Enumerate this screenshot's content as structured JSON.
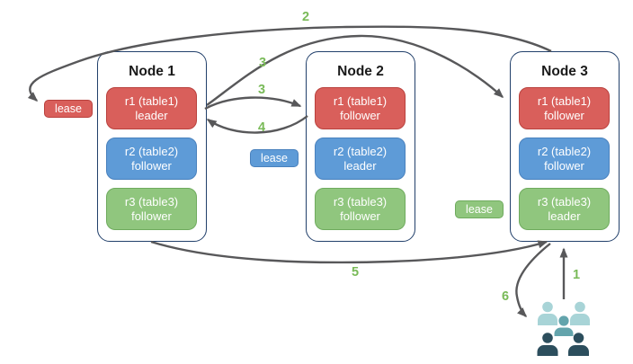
{
  "nodes": [
    {
      "title": "Node 1",
      "replicas": [
        {
          "line1": "r1 (table1)",
          "line2": "leader",
          "color": "red"
        },
        {
          "line1": "r2 (table2)",
          "line2": "follower",
          "color": "blue"
        },
        {
          "line1": "r3 (table3)",
          "line2": "follower",
          "color": "green"
        }
      ]
    },
    {
      "title": "Node 2",
      "replicas": [
        {
          "line1": "r1 (table1)",
          "line2": "follower",
          "color": "red"
        },
        {
          "line1": "r2 (table2)",
          "line2": "leader",
          "color": "blue"
        },
        {
          "line1": "r3 (table3)",
          "line2": "follower",
          "color": "green"
        }
      ]
    },
    {
      "title": "Node 3",
      "replicas": [
        {
          "line1": "r1 (table1)",
          "line2": "follower",
          "color": "red"
        },
        {
          "line1": "r2 (table2)",
          "line2": "follower",
          "color": "blue"
        },
        {
          "line1": "r3 (table3)",
          "line2": "leader",
          "color": "green"
        }
      ]
    }
  ],
  "leases": [
    {
      "label": "lease",
      "color": "red",
      "for_replica": "r1"
    },
    {
      "label": "lease",
      "color": "blue",
      "for_replica": "r2"
    },
    {
      "label": "lease",
      "color": "green",
      "for_replica": "r3"
    }
  ],
  "steps": {
    "s1": "1",
    "s2": "2",
    "s3a": "3",
    "s3b": "3",
    "s4": "4",
    "s5": "5",
    "s6": "6"
  },
  "icons": {
    "users": "users-group-icon"
  },
  "colors": {
    "replica_red": "#d95f5b",
    "replica_red_border": "#b9413d",
    "replica_blue": "#5e9bd7",
    "replica_blue_border": "#4981bd",
    "replica_green": "#90c67e",
    "replica_green_border": "#6fab5e",
    "node_border": "#22406b",
    "arrow_gray": "#58585a",
    "step_number_green": "#79ba58",
    "people_light_teal": "#a8d4d7",
    "people_mid_teal": "#63a4ac",
    "people_dark_slate": "#2c4e5d"
  }
}
